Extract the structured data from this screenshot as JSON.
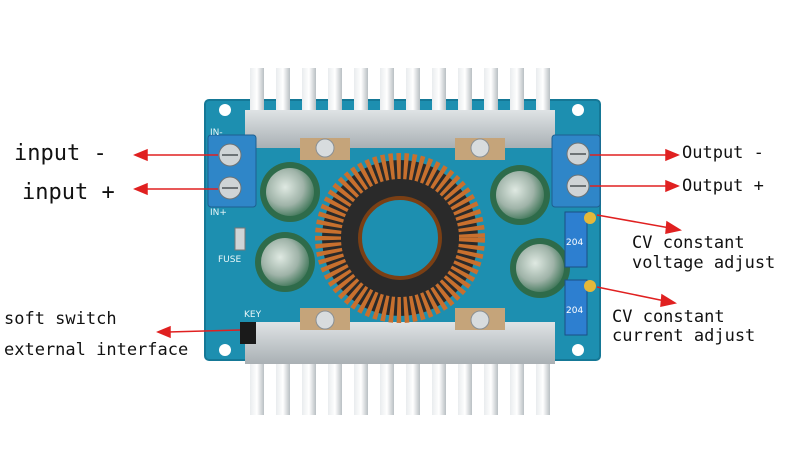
{
  "labels": {
    "input_minus": "input -",
    "input_plus": "input +",
    "output_minus": "Output -",
    "output_plus": "Output +",
    "cv_voltage_line1": "CV constant",
    "cv_voltage_line2": "voltage adjust",
    "cv_current_line1": "CV constant",
    "cv_current_line2": "current adjust",
    "soft_switch_line1": "soft switch",
    "soft_switch_line2": "external interface"
  },
  "board_silkscreen": {
    "in_minus": "IN-",
    "in_plus": "IN+",
    "fuse": "FUSE",
    "key": "KEY",
    "pot1": "204",
    "pot2": "204"
  },
  "colors": {
    "pcb": "#1d8fb0",
    "arrow": "#e02020",
    "heatsink": "#c9cdd0",
    "terminal": "#2f86c8",
    "copper": "#c8702e",
    "capacitor": "#2e6b4a"
  }
}
